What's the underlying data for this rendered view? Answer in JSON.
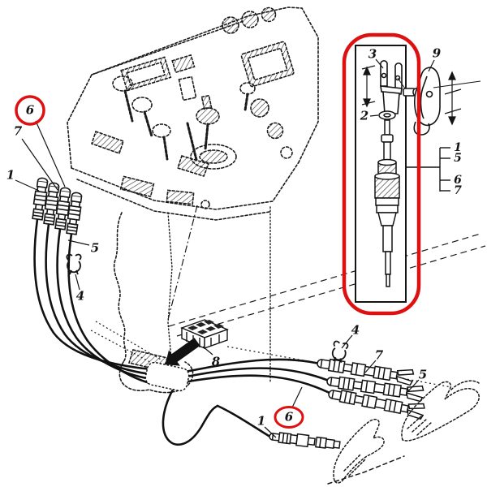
{
  "diagram": {
    "description": "Exploded parts diagram of a control console with push-pull control cables and an inset detail of a cable-end clevis assembly",
    "colors": {
      "highlight_red": "#dd1111",
      "ink": "#1a1a1a",
      "background": "#ffffff"
    },
    "callouts": {
      "circled_6_top": "6",
      "left_7": "7",
      "left_1": "1",
      "left_5": "5",
      "left_4": "4",
      "block_8": "8",
      "circled_6_bottom": "6",
      "bottom_1": "1",
      "right_4": "4",
      "right_7": "7",
      "right_5": "5",
      "inset_3": "3",
      "inset_2": "2",
      "inset_9": "9",
      "side_1": "1",
      "side_5": "5",
      "side_6": "6",
      "side_7": "7"
    }
  }
}
